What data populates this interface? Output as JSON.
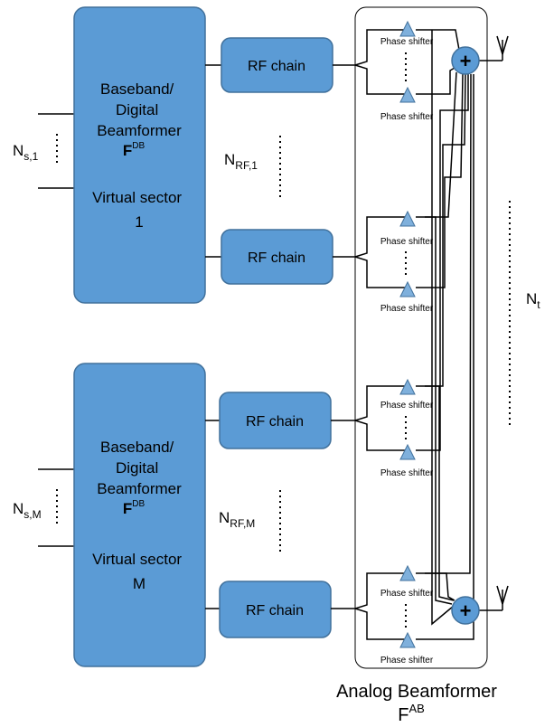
{
  "baseband_blocks": [
    {
      "lines": [
        "Baseband/",
        "Digital",
        "Beamformer"
      ],
      "symbol": "F",
      "symbol_sup": "DB",
      "sector_lines": [
        "Virtual sector",
        "1"
      ]
    },
    {
      "lines": [
        "Baseband/",
        "Digital",
        "Beamformer"
      ],
      "symbol": "F",
      "symbol_sup": "DB",
      "sector_lines": [
        "Virtual sector",
        "M"
      ]
    }
  ],
  "stream_labels": [
    {
      "main": "N",
      "sub": "s,1"
    },
    {
      "main": "N",
      "sub": "s,M"
    }
  ],
  "rf_count_labels": [
    {
      "main": "N",
      "sub": "RF,1"
    },
    {
      "main": "N",
      "sub": "RF,M"
    }
  ],
  "rf_chain_label": "RF chain",
  "phase_shifter_label": "Phase shifter",
  "summer_symbol": "+",
  "antenna_count_label": {
    "main": "N",
    "sub": "t"
  },
  "analog_beamformer": {
    "title": "Analog Beamformer",
    "symbol": "F",
    "symbol_sup": "AB"
  }
}
